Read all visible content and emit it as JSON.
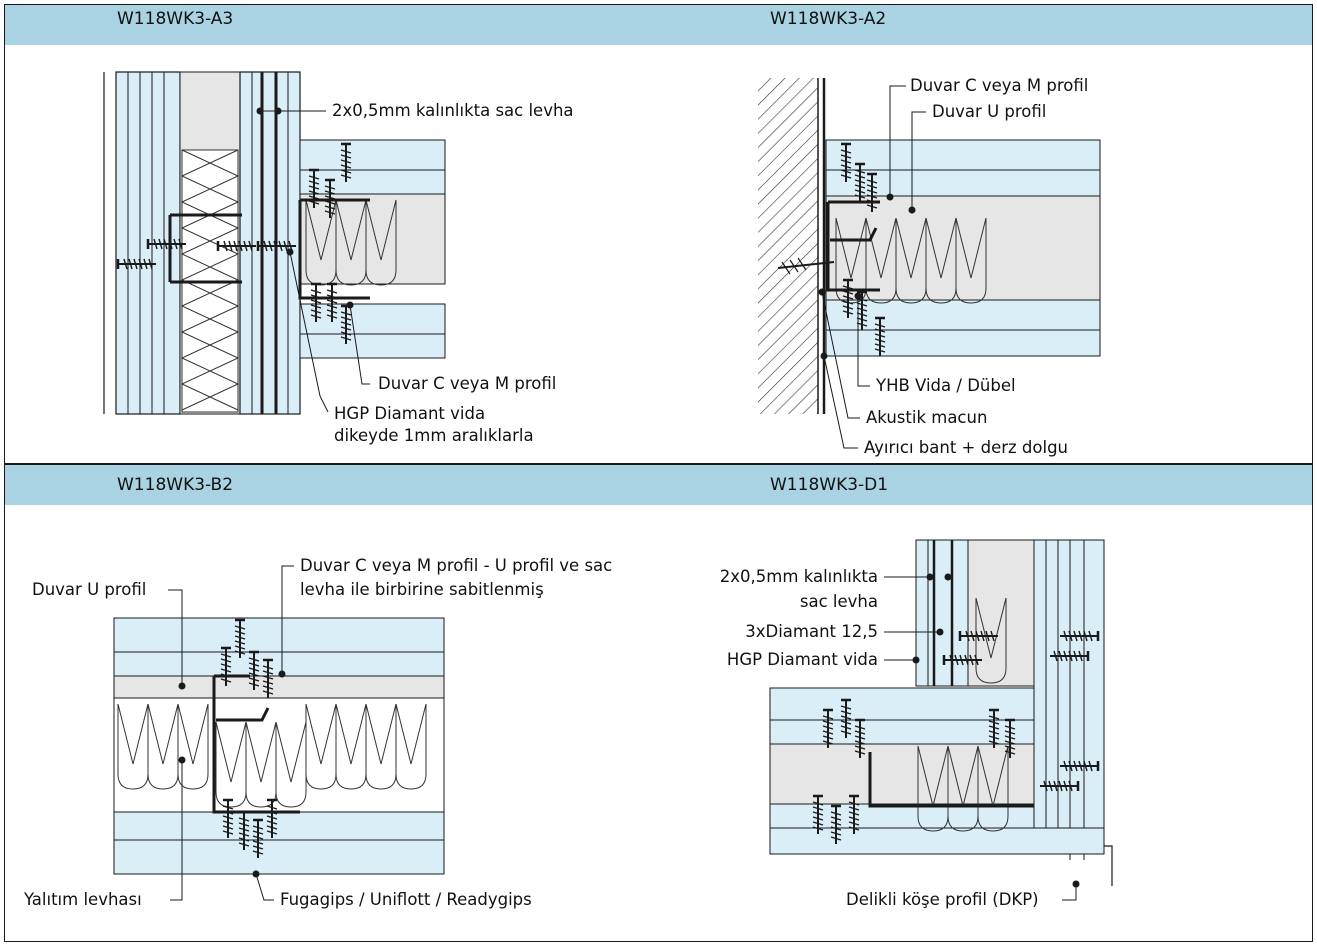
{
  "panels": {
    "a3": {
      "title": "W118WK3-A3",
      "labels": {
        "sheet": "2x0,5mm kalınlıkta sac levha",
        "profile": "Duvar C veya M profil",
        "screw_line1": "HGP Diamant vida",
        "screw_line2": "dikeyde 1mm aralıklarla"
      }
    },
    "a2": {
      "title": "W118WK3-A2",
      "labels": {
        "c_profile": "Duvar C veya M profil",
        "u_profile": "Duvar U profil",
        "screw": "YHB Vida / Dübel",
        "acoustic": "Akustik macun",
        "tape": "Ayırıcı bant + derz dolgu"
      }
    },
    "b2": {
      "title": "W118WK3-B2",
      "labels": {
        "u_profile": "Duvar U profil",
        "profile_line1": "Duvar C veya M profil - U profil ve sac",
        "profile_line2": "levha ile birbirine sabitlenmiş",
        "insulation": "Yalıtım levhası",
        "filler": "Fugagips / Uniflott / Readygips"
      }
    },
    "d1": {
      "title": "W118WK3-D1",
      "labels": {
        "sheet_line1": "2x0,5mm kalınlıkta",
        "sheet_line2": "sac levha",
        "boards": "3xDiamant 12,5",
        "screw": "HGP Diamant vida",
        "corner": "Delikli köşe profil (DKP)"
      }
    }
  },
  "colors": {
    "header_band": "#a9d3e3",
    "board_fill": "#d9eef6",
    "gypsum_fill": "#e6e6e6",
    "line": "#1a1a1a"
  }
}
